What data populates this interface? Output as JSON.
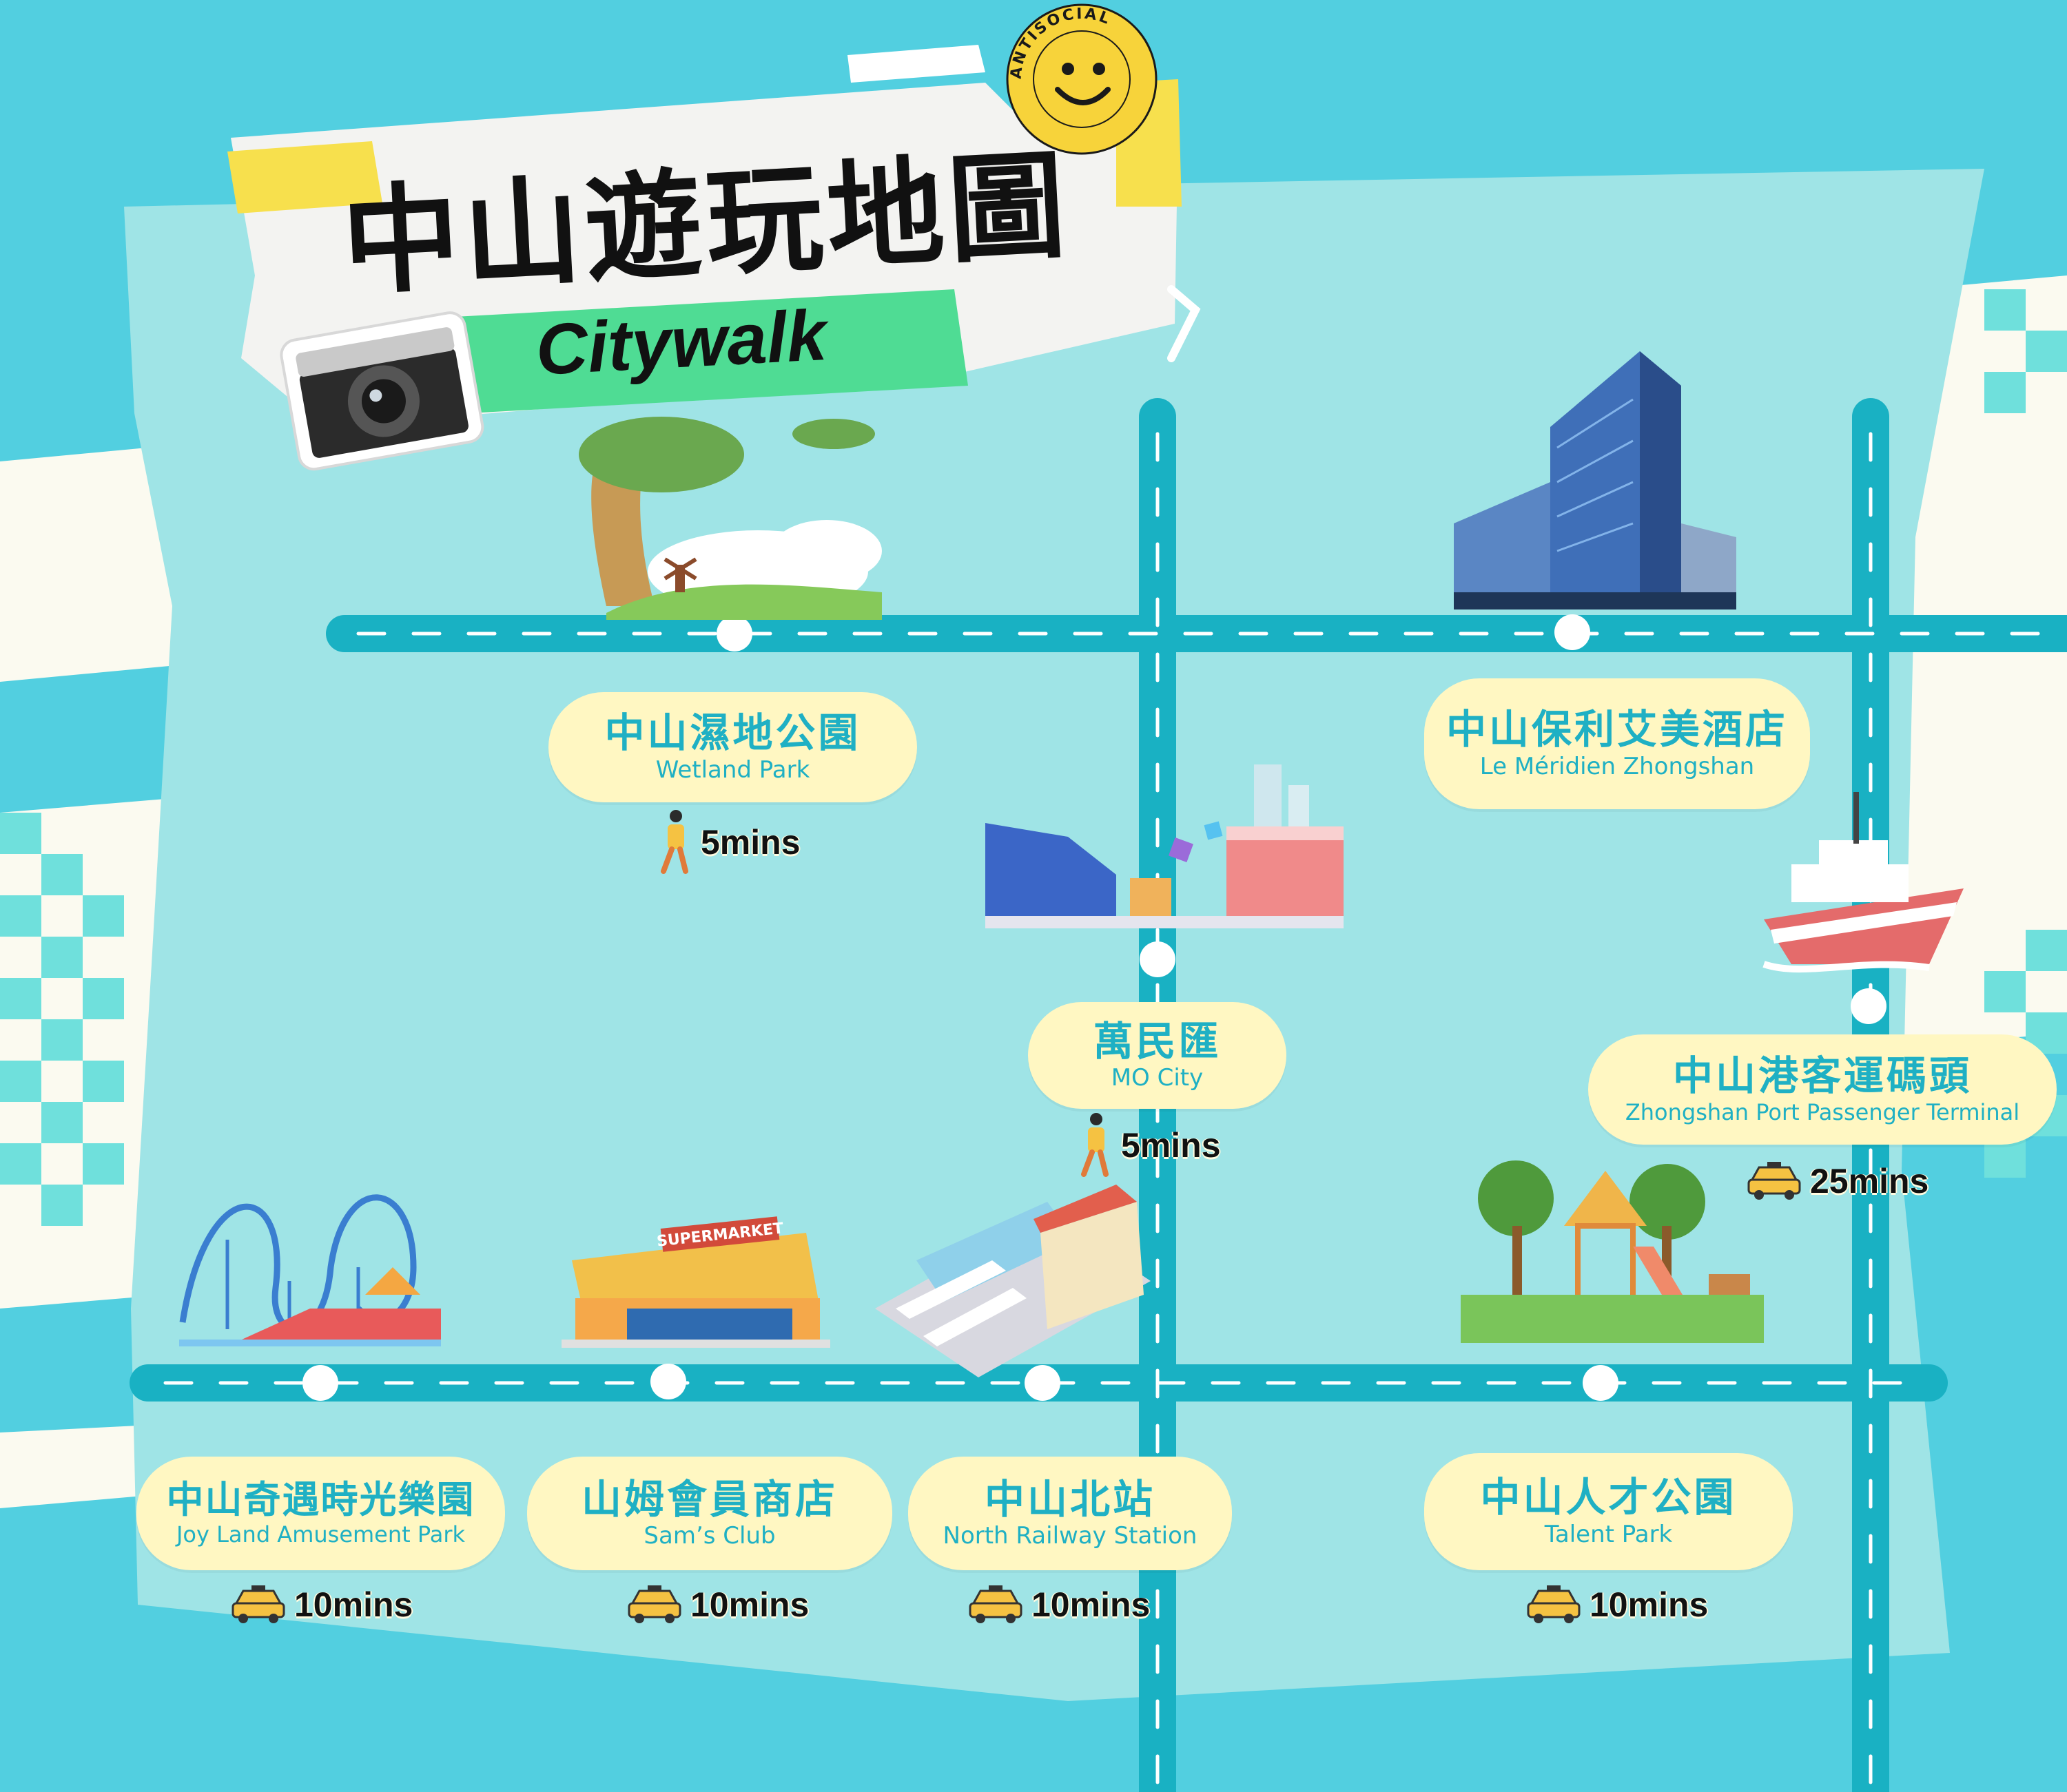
{
  "map": {
    "title": "中山遊玩地圖",
    "subtitle": "Citywalk",
    "sticker_text": "ANTISOCIAL",
    "colors": {
      "ocean": "#52cfe0",
      "land": "#9fe4e6",
      "road": "#19b1c3",
      "label_bg": "#fff7c2",
      "label_text": "#1fb0c4",
      "title_tag": "#4fdc94"
    }
  },
  "places": [
    {
      "id": "wetland",
      "name_zh": "中山濕地公園",
      "name_en": "Wetland Park",
      "travel_mode": "walk-icon",
      "travel_time": "5mins"
    },
    {
      "id": "meridien",
      "name_zh": "中山保利艾美酒店",
      "name_en": "Le Méridien Zhongshan",
      "travel_mode": "",
      "travel_time": ""
    },
    {
      "id": "mocity",
      "name_zh": "萬民匯",
      "name_en": "MO City",
      "travel_mode": "walk-icon",
      "travel_time": "5mins"
    },
    {
      "id": "port",
      "name_zh": "中山港客運碼頭",
      "name_en": "Zhongshan Port Passenger Terminal",
      "travel_mode": "taxi-icon",
      "travel_time": "25mins"
    },
    {
      "id": "joyland",
      "name_zh": "中山奇遇時光樂園",
      "name_en": "Joy Land Amusement Park",
      "travel_mode": "taxi-icon",
      "travel_time": "10mins"
    },
    {
      "id": "sams",
      "name_zh": "山姆會員商店",
      "name_en": "Sam’s Club",
      "travel_mode": "taxi-icon",
      "travel_time": "10mins"
    },
    {
      "id": "north",
      "name_zh": "中山北站",
      "name_en": "North Railway Station",
      "travel_mode": "taxi-icon",
      "travel_time": "10mins"
    },
    {
      "id": "talent",
      "name_zh": "中山人才公園",
      "name_en": "Talent Park",
      "travel_mode": "taxi-icon",
      "travel_time": "10mins"
    }
  ],
  "illustrations": {
    "wetland": "tree-windmill-illustration",
    "meridien": "hotel-building-illustration",
    "mocity": "mall-illustration",
    "port": "ship-illustration",
    "joyland": "roller-coaster-illustration",
    "sams": "supermarket-illustration",
    "sams_sign": "SUPERMARKET",
    "north": "train-station-illustration",
    "talent": "playground-illustration"
  }
}
